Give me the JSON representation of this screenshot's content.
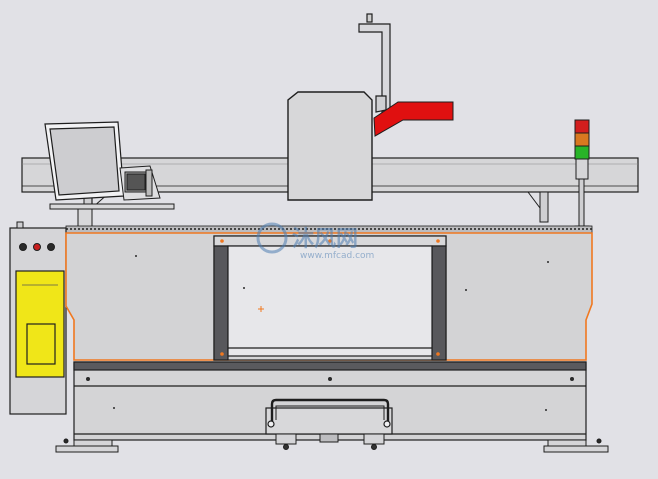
{
  "watermark": {
    "brand": "沐风网",
    "url": "www.mfcad.com"
  },
  "colors": {
    "background": "#e1e1e6",
    "panel": "#d3d3d5",
    "outline": "#1e1e1e",
    "highlight_edge": "#f07820",
    "spindle_red": "#e01010",
    "control_yellow": "#f0e618",
    "light_red": "#d21e1e",
    "light_orange": "#d87820",
    "light_green": "#28b428",
    "watermark_blue": "#4f7fb3"
  },
  "components": {
    "signal_tower": [
      "red",
      "orange",
      "green"
    ],
    "control_buttons": [
      "black",
      "red",
      "black"
    ]
  }
}
